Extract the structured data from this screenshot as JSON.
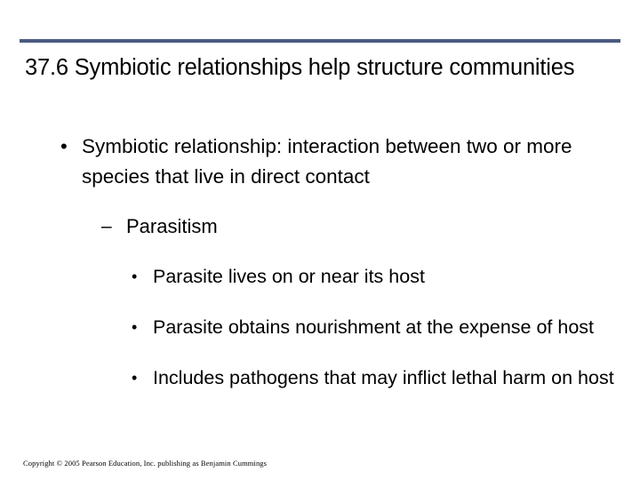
{
  "slide": {
    "title": "37.6 Symbiotic relationships help structure communities",
    "accent_color": "#4a5a80",
    "bullets": [
      {
        "level": 1,
        "marker": "•",
        "text": "Symbiotic relationship: interaction between two or more species that live in direct contact"
      },
      {
        "level": 2,
        "marker": "–",
        "text": "Parasitism"
      },
      {
        "level": 3,
        "marker": "•",
        "text": "Parasite lives on or near its host"
      },
      {
        "level": 3,
        "marker": "•",
        "text": "Parasite obtains nourishment at the expense of host"
      },
      {
        "level": 3,
        "marker": "•",
        "text": "Includes pathogens that may inflict lethal harm on host"
      }
    ],
    "copyright": "Copyright © 2005 Pearson Education, Inc. publishing as Benjamin Cummings"
  }
}
